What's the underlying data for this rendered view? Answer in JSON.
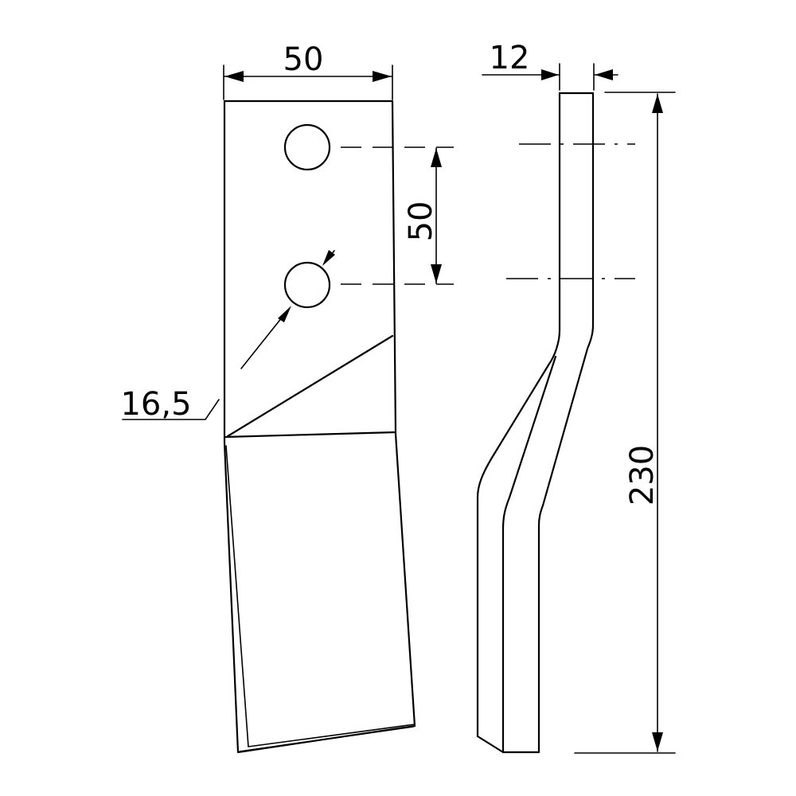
{
  "dimensions": {
    "top_width": "50",
    "thickness": "12",
    "hole_spacing": "50",
    "hole_diameter": "16,5",
    "total_height": "230"
  }
}
